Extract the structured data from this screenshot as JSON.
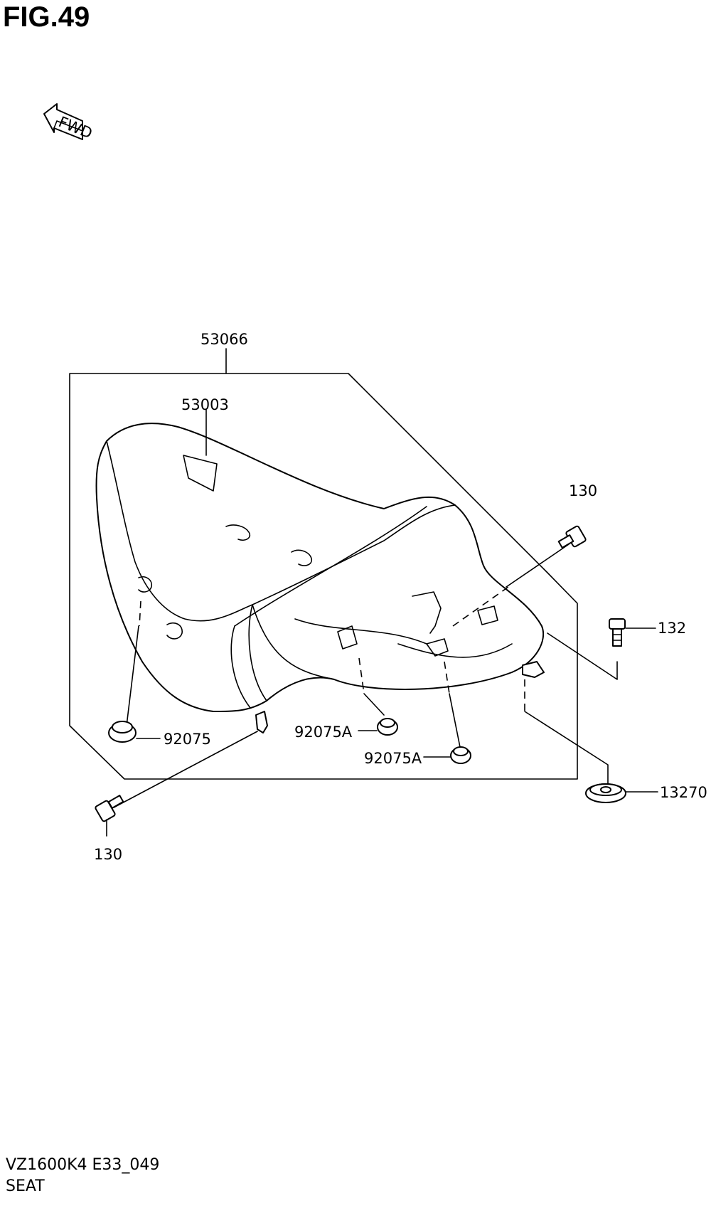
{
  "figure": {
    "title": "FIG.49",
    "fwd_label": "FWD"
  },
  "parts": {
    "seat_assembly": "53066",
    "seat_cover_label": "53003",
    "bolt_front": "130",
    "bolt_rear": "130",
    "screw": "132",
    "cushion": "92075",
    "cushion_a_1": "92075A",
    "cushion_a_2": "92075A",
    "seat_hook": "13270"
  },
  "footer": {
    "model_code": "VZ1600K4 E33_049",
    "section_name": "SEAT"
  }
}
